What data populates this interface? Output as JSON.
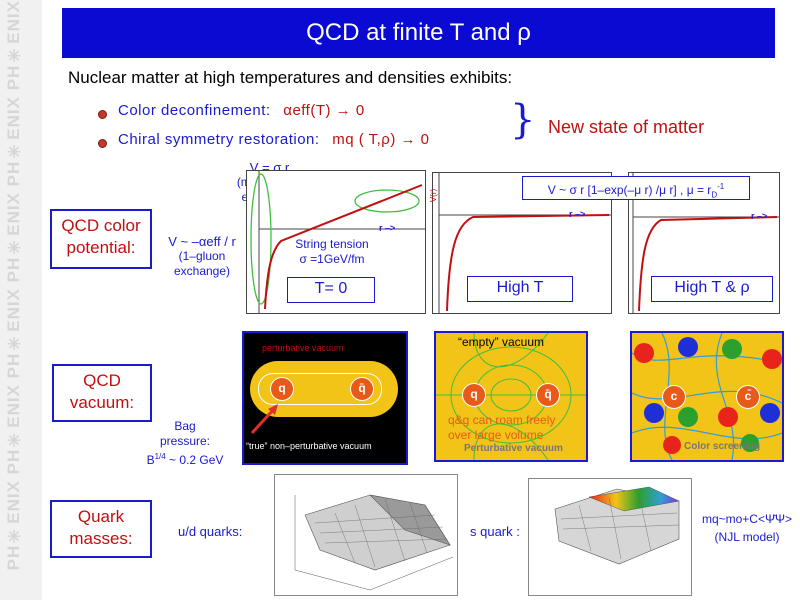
{
  "watermark": {
    "text": "PH✳ENIX PH✳ENIX PH✳ENIX PH✳ENIX PH✳ENIX PH✳ENIX"
  },
  "title": "QCD at finite T and ρ",
  "intro": "Nuclear matter at high temperatures and densities exhibits:",
  "bullets": [
    {
      "label": "Color deconfinement:",
      "formula": "αeff(T) → 0"
    },
    {
      "label": "Chiral symmetry restoration:",
      "formula": "mq ( T,ρ) → 0"
    }
  ],
  "new_state": "New state of matter",
  "potential": {
    "label_line1": "QCD color",
    "label_line2": "potential:",
    "linear_title": "V = σ r",
    "linear_sub1": "(multi–gluon",
    "linear_sub2": "exchange)",
    "coulomb_title": "V ~ –αeff / r",
    "coulomb_sub1": "(1–gluon",
    "coulomb_sub2": "exchange)",
    "string_tension1": "String tension",
    "string_tension2": "σ =1GeV/fm",
    "screened_formula": "V ~ σ r [1–exp(–μ r) /μ r] , μ = r",
    "screened_sub": "D",
    "screened_sup": "-1",
    "axis_y": "V(r)",
    "axis_x": "r –>",
    "cases": [
      "T= 0",
      "High T",
      "High T & ρ"
    ]
  },
  "vacuum": {
    "label_line1": "QCD",
    "label_line2": "vacuum:",
    "perturbative": "perturbative  vacuum",
    "nonperturbative": "“true” non–perturbative  vacuum",
    "q": "q",
    "qbar": "q̄",
    "bag1": "Bag",
    "bag2": "pressure:",
    "bag3": "B",
    "bag_sup": "1/4",
    "bag_val": " ~ 0.2 GeV",
    "empty": "“empty” vacuum",
    "roam1": "q&g can roam freely",
    "roam2": "over large volume",
    "pert_vac": "Perturbative vacuum",
    "c": "c",
    "cbar": "c̄",
    "screening": "Color screening"
  },
  "masses": {
    "label_line1": "Quark",
    "label_line2": "masses:",
    "ud": "u/d quarks:",
    "s": "s quark :",
    "formula": "mq~mo+C<Ψ̄Ψ>",
    "model": "(NJL model)"
  },
  "colors": {
    "accent_blue": "#1a1ad0",
    "title_blue": "#0a0ad2",
    "red": "#c01010"
  }
}
